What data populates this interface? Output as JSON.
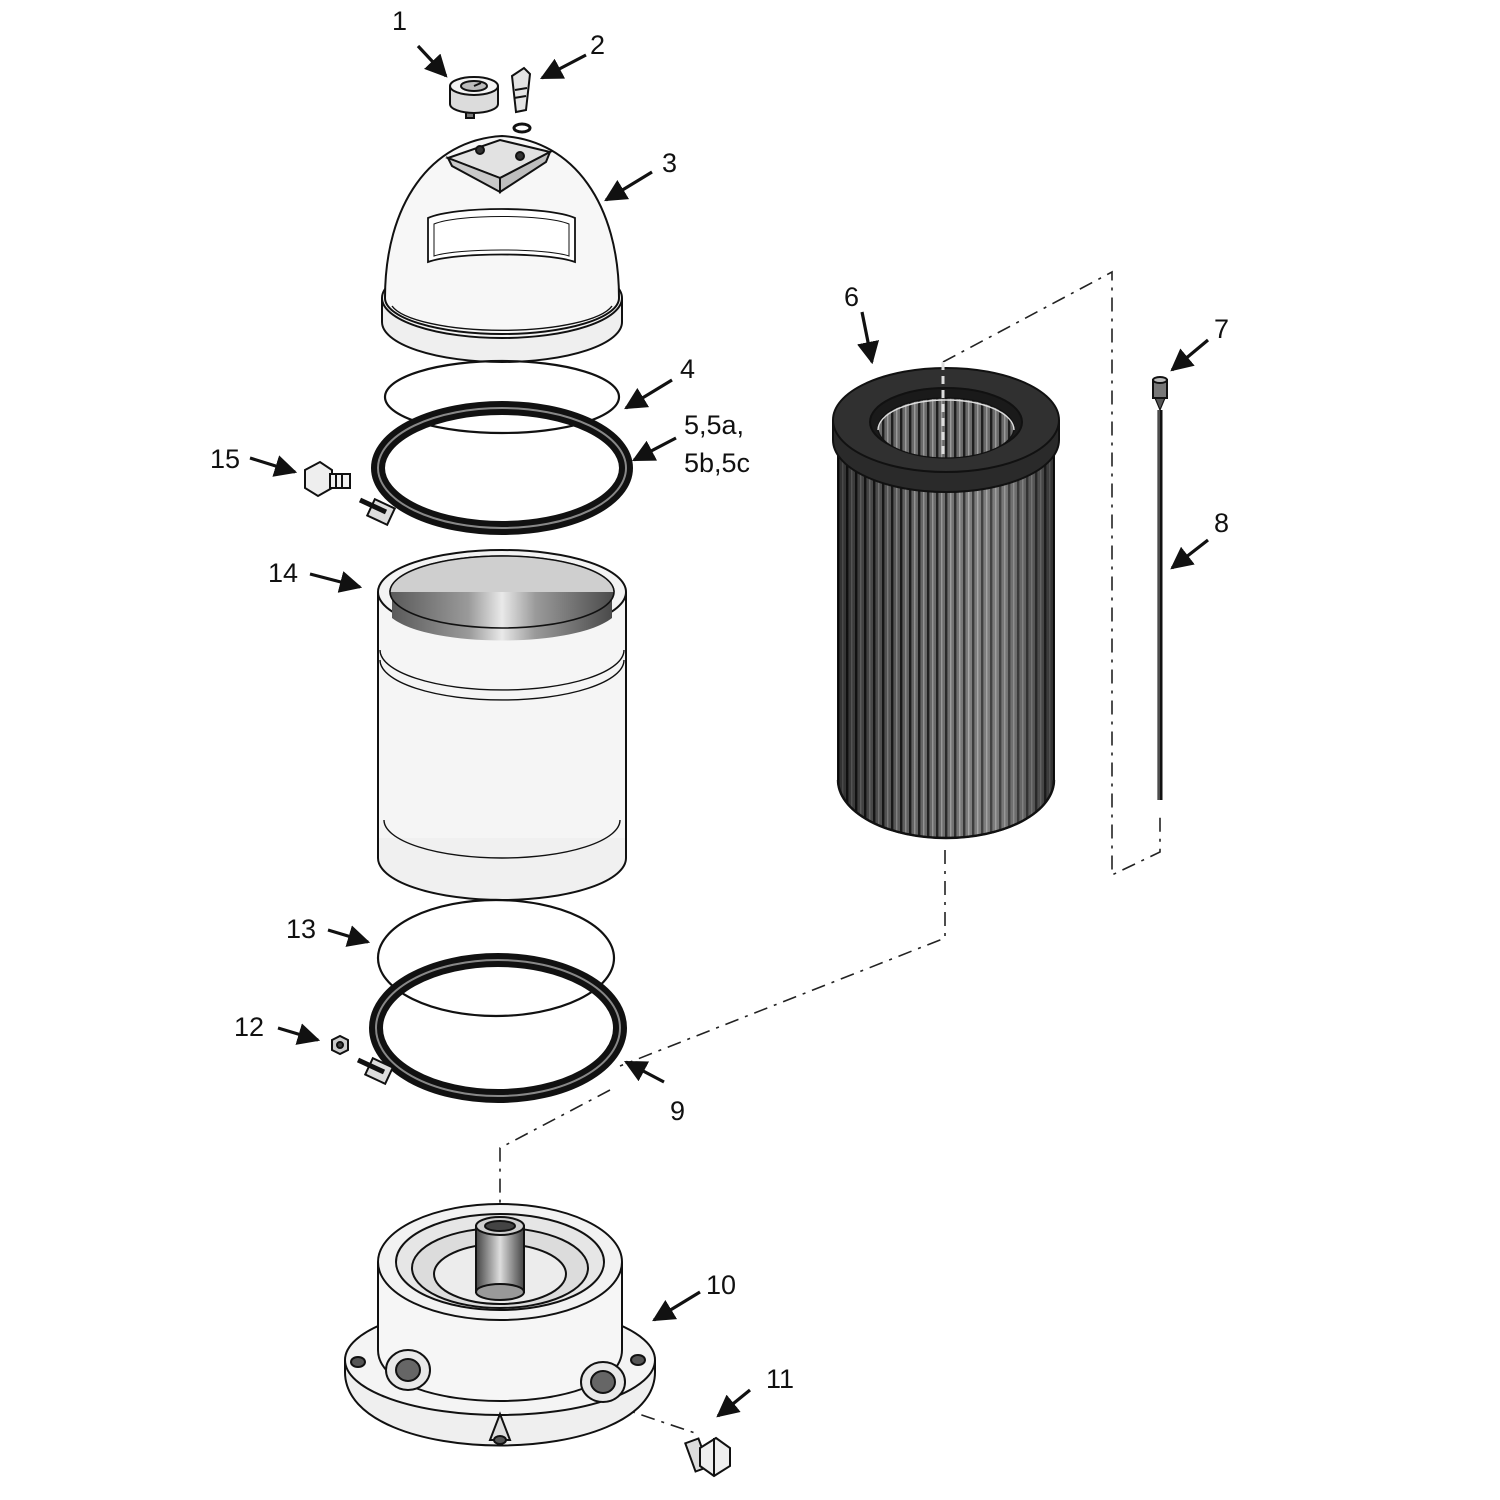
{
  "diagram": {
    "colors": {
      "line": "#111111",
      "part_fill": "#f4f4f4",
      "dark_metal": "#3a3a3a",
      "filter_media": "#555555",
      "background": "#ffffff"
    },
    "callouts": [
      {
        "id": "1",
        "label": "1",
        "part": "pressure-gauge"
      },
      {
        "id": "2",
        "label": "2",
        "part": "air-relief-valve"
      },
      {
        "id": "3",
        "label": "3",
        "part": "filter-lid"
      },
      {
        "id": "4",
        "label": "4",
        "part": "lid-o-ring"
      },
      {
        "id": "5",
        "label_lines": [
          "5,5a,",
          "5b,5c"
        ],
        "part": "upper-clamp-ring"
      },
      {
        "id": "6",
        "label": "6",
        "part": "filter-cartridge"
      },
      {
        "id": "7",
        "label": "7",
        "part": "tube-cap"
      },
      {
        "id": "8",
        "label": "8",
        "part": "center-tube"
      },
      {
        "id": "9",
        "label": "9",
        "part": "lower-clamp-ring"
      },
      {
        "id": "10",
        "label": "10",
        "part": "filter-base"
      },
      {
        "id": "11",
        "label": "11",
        "part": "drain-plug"
      },
      {
        "id": "12",
        "label": "12",
        "part": "clamp-nut"
      },
      {
        "id": "13",
        "label": "13",
        "part": "tank-o-ring"
      },
      {
        "id": "14",
        "label": "14",
        "part": "tank-body"
      },
      {
        "id": "15",
        "label": "15",
        "part": "clamp-bolt"
      }
    ]
  }
}
